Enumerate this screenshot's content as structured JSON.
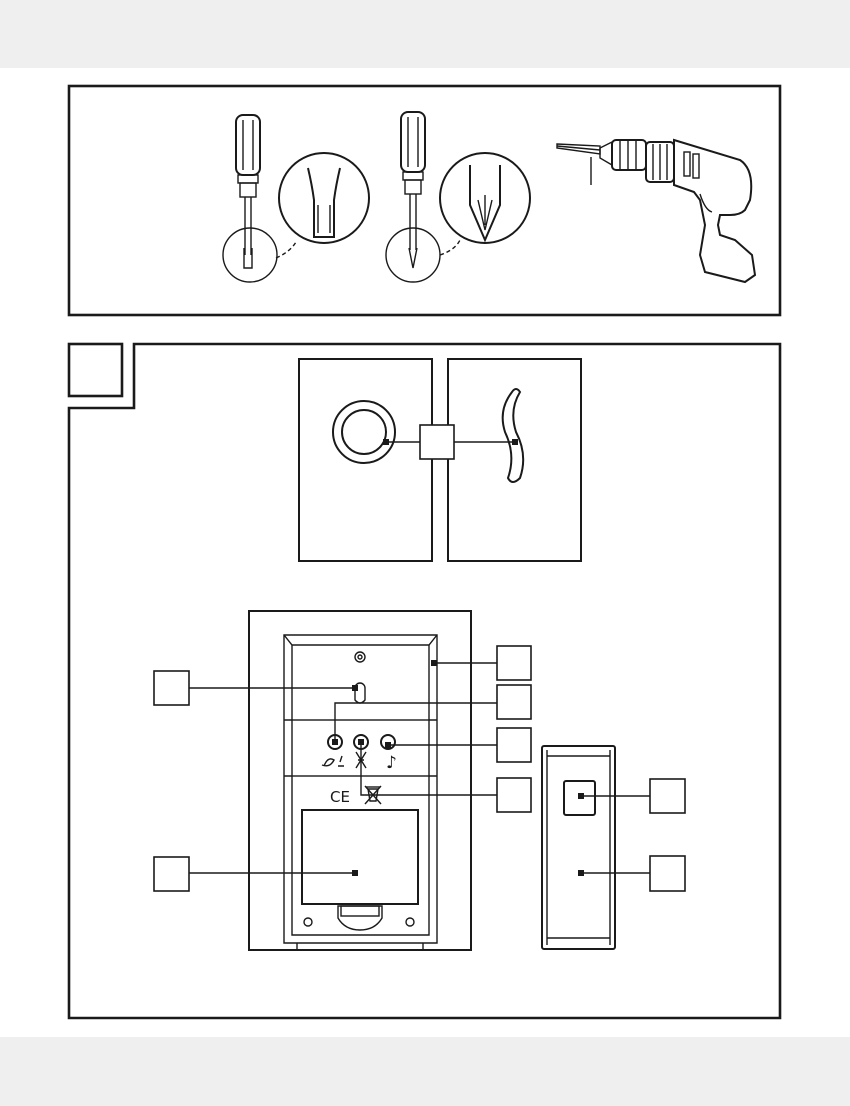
{
  "figure": {
    "panel_tools": {
      "tools": [
        {
          "id": "slotted-screwdriver",
          "icon": "slotted-screwdriver-icon"
        },
        {
          "id": "phillips-screwdriver",
          "icon": "phillips-screwdriver-icon"
        },
        {
          "id": "drill",
          "icon": "drill-icon"
        }
      ]
    },
    "panel_parts": {
      "figure_number": "",
      "detail_callout": "",
      "receiver_callouts": [
        "",
        "",
        "",
        "",
        "",
        ""
      ],
      "transmitter_callouts": [
        "",
        ""
      ],
      "receiver_symbols": {
        "ce_mark": "CE",
        "music_note": "♪"
      }
    }
  },
  "colors": {
    "ink": "#1a1a1a",
    "band": "#efefef",
    "paper": "#ffffff"
  }
}
